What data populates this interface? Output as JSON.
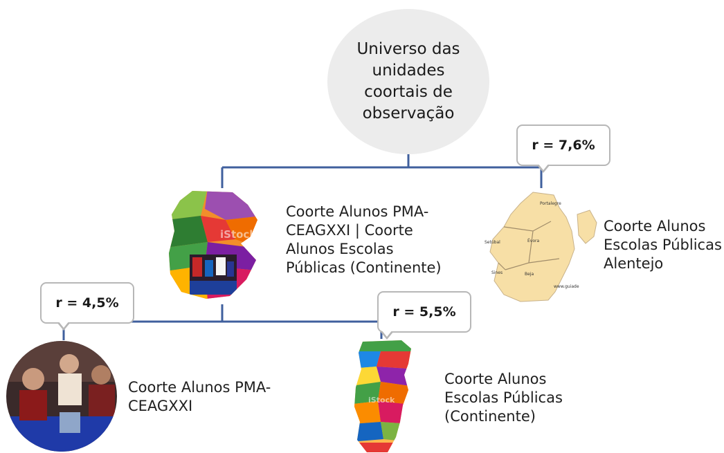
{
  "root": {
    "text": "Universo das unidades coortais de observação"
  },
  "nodes": {
    "continente_pma": "Coorte Alunos PMA-\nCEAGXXI | Coorte\nAlunos Escolas\nPúblicas (Continente)",
    "alentejo": "Coorte Alunos\nEscolas Públicas\nAlentejo",
    "pma": "Coorte Alunos PMA-\nCEAGXXI",
    "continente": "Coorte Alunos\nEscolas Públicas\n(Continente)"
  },
  "callouts": {
    "alentejo": "r = 7,6%",
    "pma": "r = 4,5%",
    "continente": "r = 5,5%"
  },
  "map_labels": {
    "alentejo": [
      "Portalegre",
      "Évora",
      "Setúbal",
      "Beja",
      "Sines",
      "www.guiade"
    ],
    "stock": "iStock"
  },
  "colors": {
    "connector": "#3f5f9d",
    "root_fill": "#ececec",
    "callout_border": "#b7b7b7",
    "alentejo_fill": "#f7dfa6"
  }
}
